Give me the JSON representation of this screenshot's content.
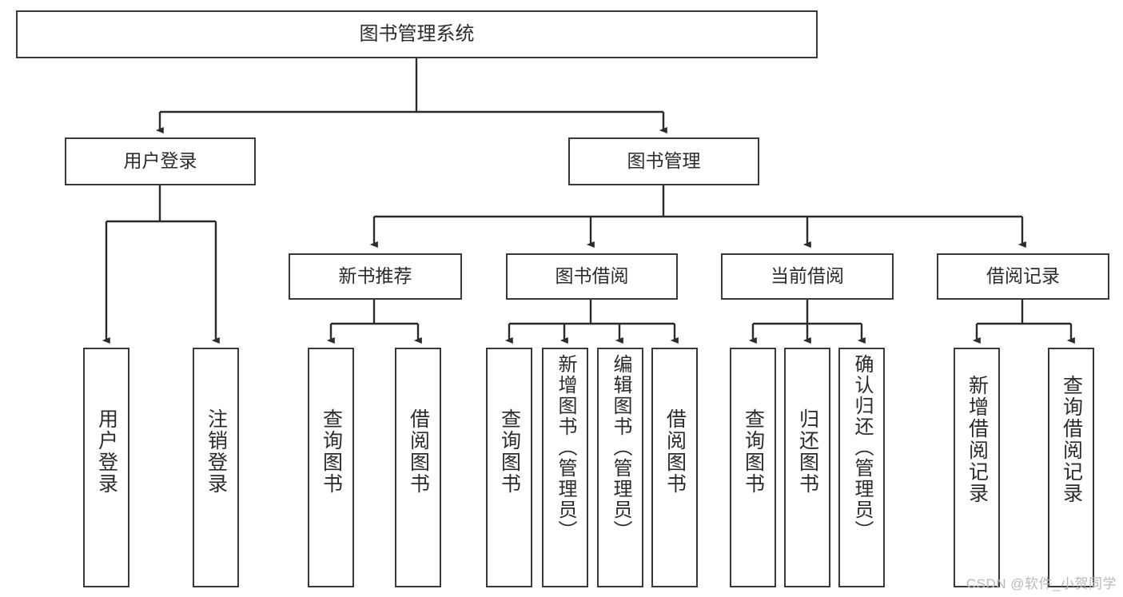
{
  "diagram": {
    "title": "图书管理系统",
    "type": "hierarchy-tree",
    "watermark": "CSDN @软件_小贺同学",
    "colors": {
      "box_border": "#3a3a3a",
      "box_fill": "#ffffff",
      "connector": "#2b2b2b",
      "text": "#2b2b2b",
      "watermark": "#b9b9b9",
      "background": "#ffffff"
    },
    "root": {
      "label": "图书管理系统"
    },
    "level2": [
      {
        "label": "用户登录"
      },
      {
        "label": "图书管理"
      }
    ],
    "level3": [
      {
        "label": "新书推荐"
      },
      {
        "label": "图书借阅"
      },
      {
        "label": "当前借阅"
      },
      {
        "label": "借阅记录"
      }
    ],
    "leaves": {
      "user_login": [
        {
          "label": "用户登录"
        },
        {
          "label": "注销登录"
        }
      ],
      "new_book_recommend": [
        {
          "label": "查询图书"
        },
        {
          "label": "借阅图书"
        }
      ],
      "book_borrow": [
        {
          "label": "查询图书"
        },
        {
          "label": "新增图书（管理员）"
        },
        {
          "label": "编辑图书（管理员）"
        },
        {
          "label": "借阅图书"
        }
      ],
      "current_borrow": [
        {
          "label": "查询图书"
        },
        {
          "label": "归还图书"
        },
        {
          "label": "确认归还（管理员）"
        }
      ],
      "borrow_record": [
        {
          "label": "新增借阅记录"
        },
        {
          "label": "查询借阅记录"
        }
      ]
    }
  }
}
